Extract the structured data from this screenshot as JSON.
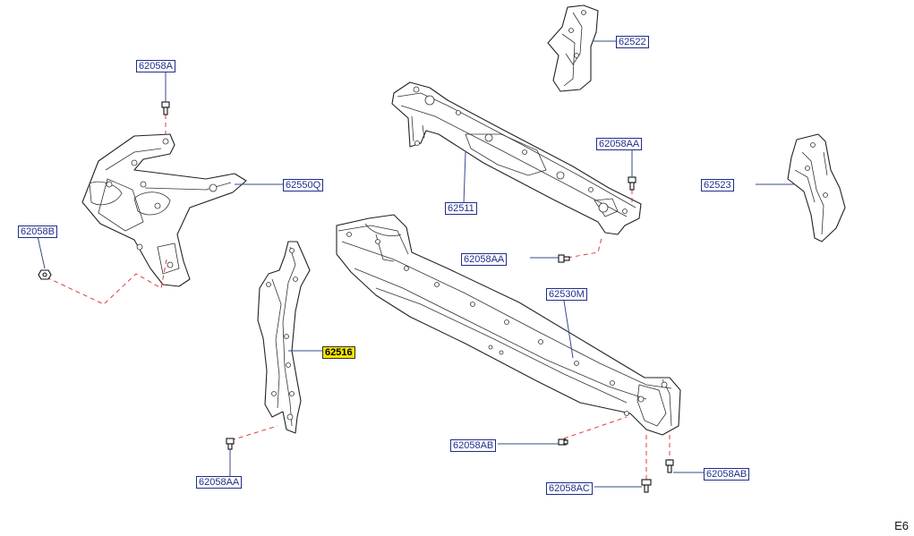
{
  "callouts": [
    {
      "id": "62058A",
      "label": "62058A",
      "highlighted": false
    },
    {
      "id": "62522",
      "label": "62522",
      "highlighted": false
    },
    {
      "id": "62550Q",
      "label": "62550Q",
      "highlighted": false
    },
    {
      "id": "62058AA_1",
      "label": "62058AA",
      "highlighted": false
    },
    {
      "id": "62523",
      "label": "62523",
      "highlighted": false
    },
    {
      "id": "62058B",
      "label": "62058B",
      "highlighted": false
    },
    {
      "id": "62511",
      "label": "62511",
      "highlighted": false
    },
    {
      "id": "62058AA_2",
      "label": "62058AA",
      "highlighted": false
    },
    {
      "id": "62530M",
      "label": "62530M",
      "highlighted": false
    },
    {
      "id": "62516",
      "label": "62516",
      "highlighted": true
    },
    {
      "id": "62058AB_1",
      "label": "62058AB",
      "highlighted": false
    },
    {
      "id": "62058AB_2",
      "label": "62058AB",
      "highlighted": false
    },
    {
      "id": "62058AC",
      "label": "62058AC",
      "highlighted": false
    },
    {
      "id": "62058AA_3",
      "label": "62058AA",
      "highlighted": false
    }
  ],
  "page_code": "E6",
  "colors": {
    "callout_text": "#1f2d8a",
    "highlight": "#f5e400",
    "centerline": "#e03a3a",
    "outline": "#222222"
  }
}
